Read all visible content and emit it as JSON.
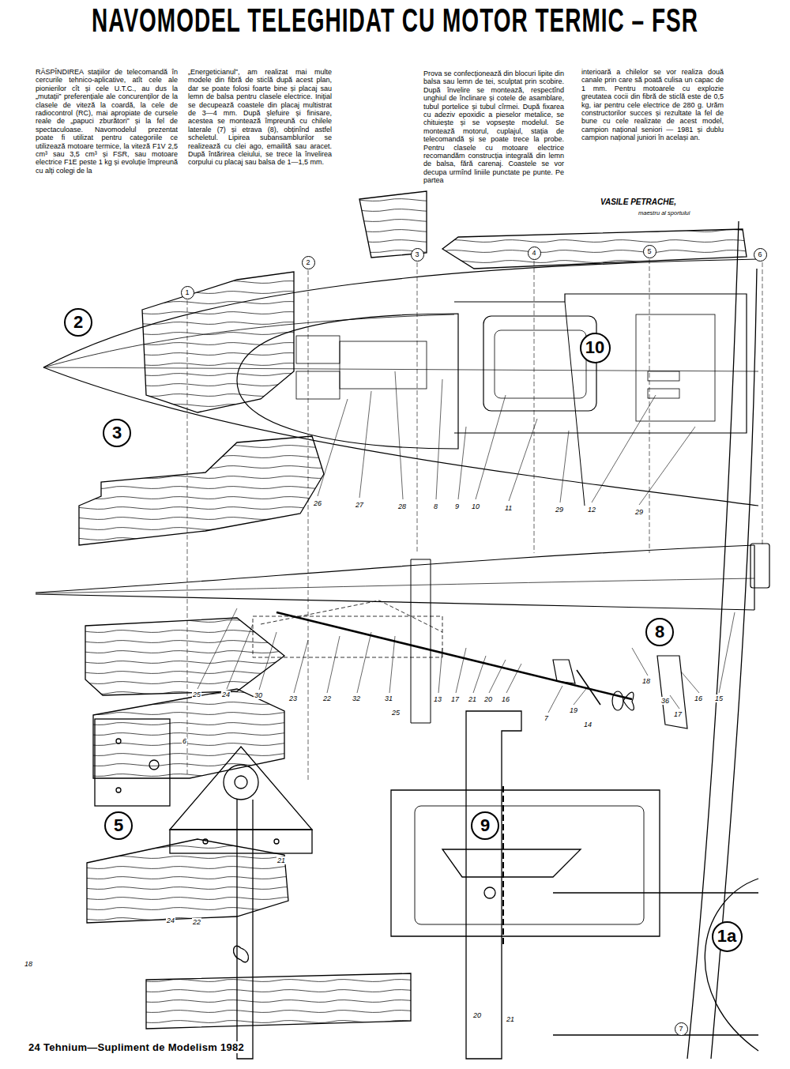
{
  "diagram": {
    "title": "NAVOMODEL TELEGHIDAT CU MOTOR TERMIC – FSR",
    "nodes": [
      {
        "text": [
          "1"
        ]
      },
      {
        "text": [
          "2"
        ]
      },
      {
        "text": [
          "3"
        ]
      },
      {
        "text": [
          "4"
        ]
      },
      {
        "text": [
          "5"
        ]
      },
      {
        "text": [
          "6"
        ]
      },
      {
        "text": [
          "2"
        ]
      },
      {
        "text": [
          "10"
        ]
      },
      {
        "text": [
          "3"
        ]
      },
      {
        "text": [
          "8"
        ]
      },
      {
        "text": [
          "5"
        ]
      },
      {
        "text": [
          "9"
        ]
      },
      {
        "text": [
          "1a"
        ]
      },
      {
        "text": [
          "7"
        ]
      }
    ],
    "labels": [
      "RĂSPÎNDIREA stațiilor de telecomandă în cercurile tehnico-aplicative, atît cele ale pionierilor cît și cele U.T.C., au dus la „mutații” preferențiale ale concurenților de la clasele de viteză la coardă, la cele de radiocontrol (RC), mai apropiate de cursele reale de „papuci zburători” și la fel de spectaculoase. Navomodelul prezentat poate fi utilizat pentru categoriile ce utilizează motoare termice, la viteză F1V 2,5 cm³ sau 3,5 cm³ și FSR, sau motoare electrice F1E peste 1 kg și evoluție împreună cu alți colegi de la",
      "„Energeticianul”, am realizat mai multe modele din fibră de sticlă după acest plan, dar se poate folosi foarte bine și placaj sau lemn de balsa pentru clasele electrice. Inițial se decupează coastele din placaj multistrat de 3—4 mm. După șlefuire și finisare, acestea se montează împreună cu chilele laterale (7) și etrava (8), obținînd astfel scheletul. Lipirea subansamblurilor se realizează cu clei ago, emailită sau aracet. După întărirea cleiului, se trece la învelirea corpului cu placaj sau balsa de 1—1,5 mm.",
      "Prova se confecționează din blocuri lipite din balsa sau lemn de tei, sculptat prin scobire. După învelire se montează, respectînd unghiul de înclinare și cotele de asamblare, tubul portelice și tubul cîrmei. După fixarea cu adeziv epoxidic a pieselor metalice, se chituiește și se vopsește modelul. Se montează motorul, cuplajul, stația de telecomandă și se poate trece la probe. Pentru clasele cu motoare electrice recomandăm construcția integrală din lemn de balsa, fără carenaj. Coastele se vor decupa urmînd liniile punctate pe punte. Pe partea",
      "interioară a chilelor se vor realiza două canale prin care să poată culisa un capac de 1 mm. Pentru motoarele cu explozie greutatea cocii din fibră de sticlă este de 0,5 kg, iar pentru cele electrice de 280 g. Urăm constructorilor succes și rezultate la fel de bune cu cele realizate de acest model, campion național seniori — 1981 și dublu campion național juniori în același an.",
      "VASILE PETRACHE,",
      "maestru al sportului",
      "24 Tehnium—Supliment de Modelism 1982",
      "26",
      "27",
      "28",
      "8",
      "9",
      "10",
      "11",
      "29",
      "12",
      "29",
      "25",
      "24",
      "30",
      "23",
      "22",
      "32",
      "31",
      "25",
      "13",
      "17",
      "21",
      "20",
      "16",
      "7",
      "19",
      "14",
      "18",
      "36",
      "17",
      "16",
      "15",
      "21",
      "6",
      "24",
      "22",
      "18",
      "20",
      "21"
    ]
  }
}
